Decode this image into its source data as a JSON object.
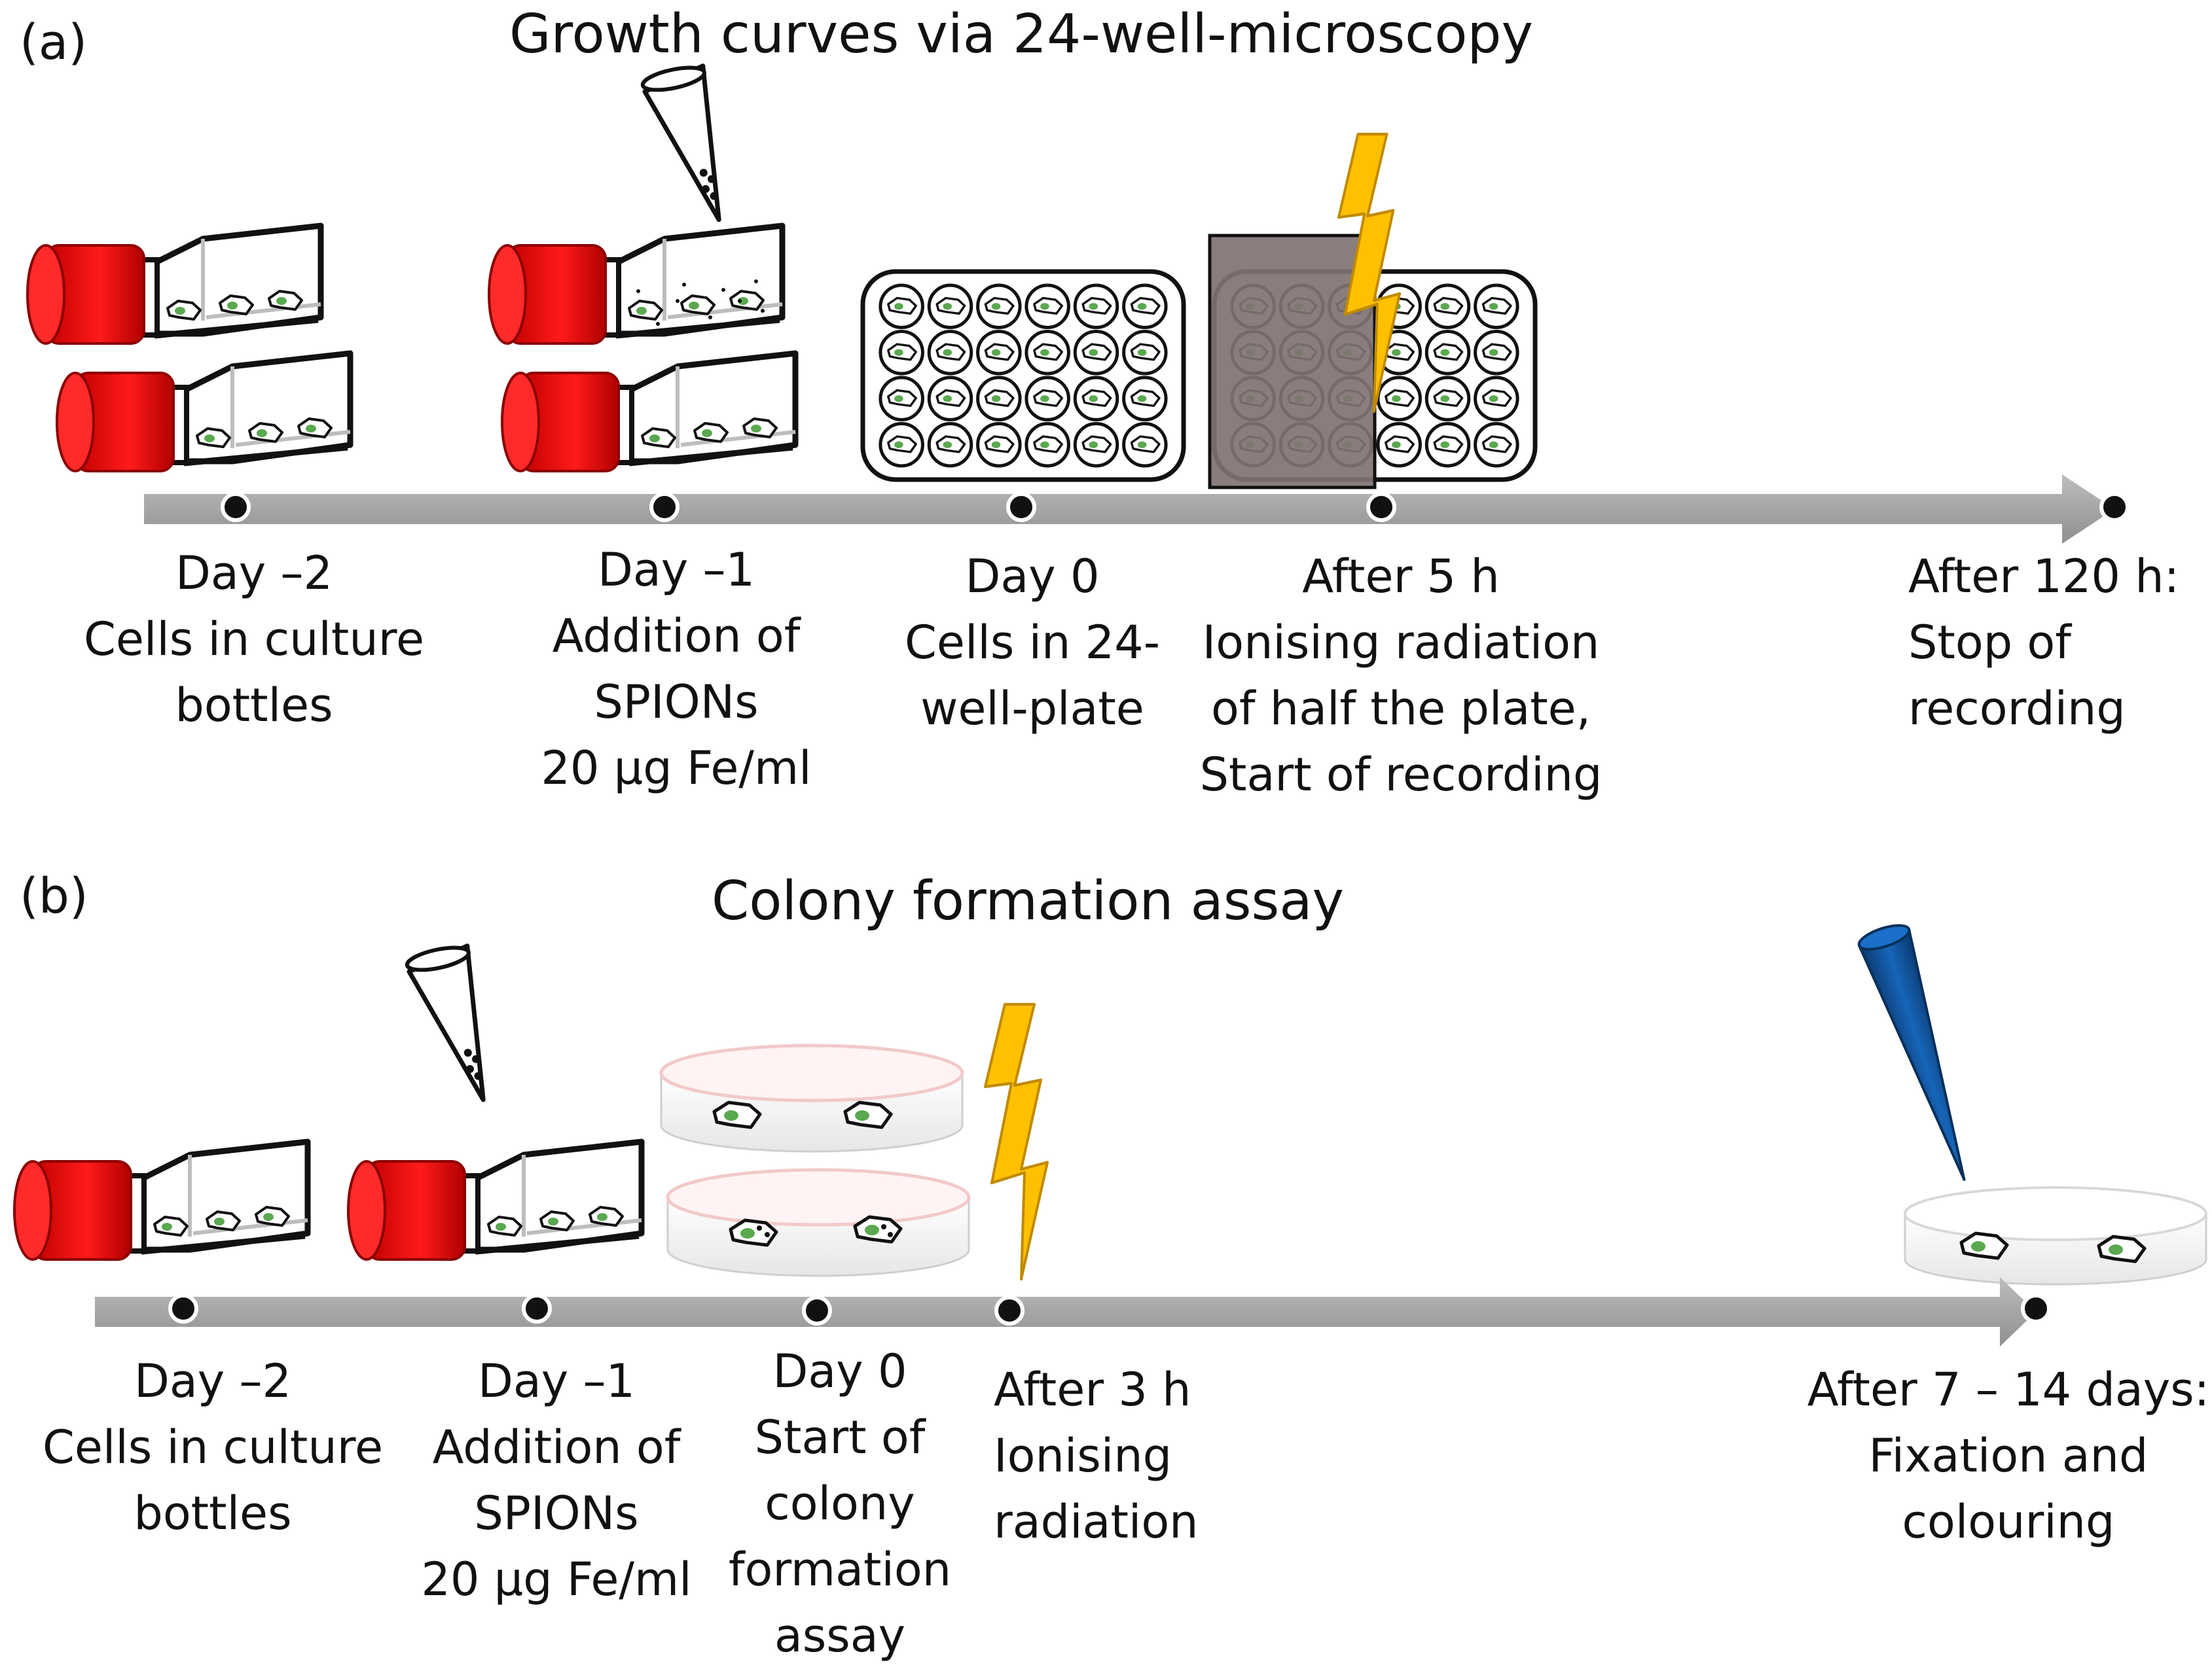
{
  "colors": {
    "timeline": "#a6a6a6",
    "cap_red": "#e81010",
    "cap_dark": "#8c0000",
    "lightning": "#ffc000",
    "lightning_edge": "#c08a00",
    "shield": "#7f7372",
    "blue_pipette": "#0b4f96",
    "nucleus": "#5aa84f",
    "dish_rim": "#f7d5d5"
  },
  "panel_a": {
    "label": "(a)",
    "title": "Growth curves via 24-well-microscopy",
    "steps": [
      {
        "lines": [
          "Day –2",
          "Cells in culture",
          "bottles"
        ]
      },
      {
        "lines": [
          "Day –1",
          "Addition of",
          "SPIONs",
          "20 µg Fe/ml"
        ]
      },
      {
        "lines": [
          "Day 0",
          "Cells in 24-",
          "well-plate"
        ]
      },
      {
        "lines": [
          "After 5 h",
          "Ionising radiation",
          "of half the plate,",
          "Start of recording"
        ]
      },
      {
        "lines": [
          "After 120 h:",
          "Stop of",
          "recording"
        ]
      }
    ]
  },
  "panel_b": {
    "label": "(b)",
    "title": "Colony formation assay",
    "steps": [
      {
        "lines": [
          "Day –2",
          "Cells in culture",
          "bottles"
        ]
      },
      {
        "lines": [
          "Day –1",
          "Addition of",
          "SPIONs",
          "20 µg Fe/ml"
        ]
      },
      {
        "lines": [
          "Day 0",
          "Start of",
          "colony",
          "formation",
          "assay"
        ]
      },
      {
        "lines": [
          "After 3 h",
          "Ionising",
          "radiation"
        ]
      },
      {
        "lines": [
          "After 7 – 14 days:",
          "Fixation and",
          "colouring"
        ]
      }
    ]
  },
  "icons": {
    "culture_flask": "culture-flask-icon",
    "pipette": "pipette-icon",
    "well_plate": "24-well-plate-icon",
    "lightning": "lightning-bolt-icon",
    "shield": "radiation-shield-icon",
    "petri_dish": "petri-dish-icon",
    "stain_pipette": "staining-pipette-icon"
  }
}
